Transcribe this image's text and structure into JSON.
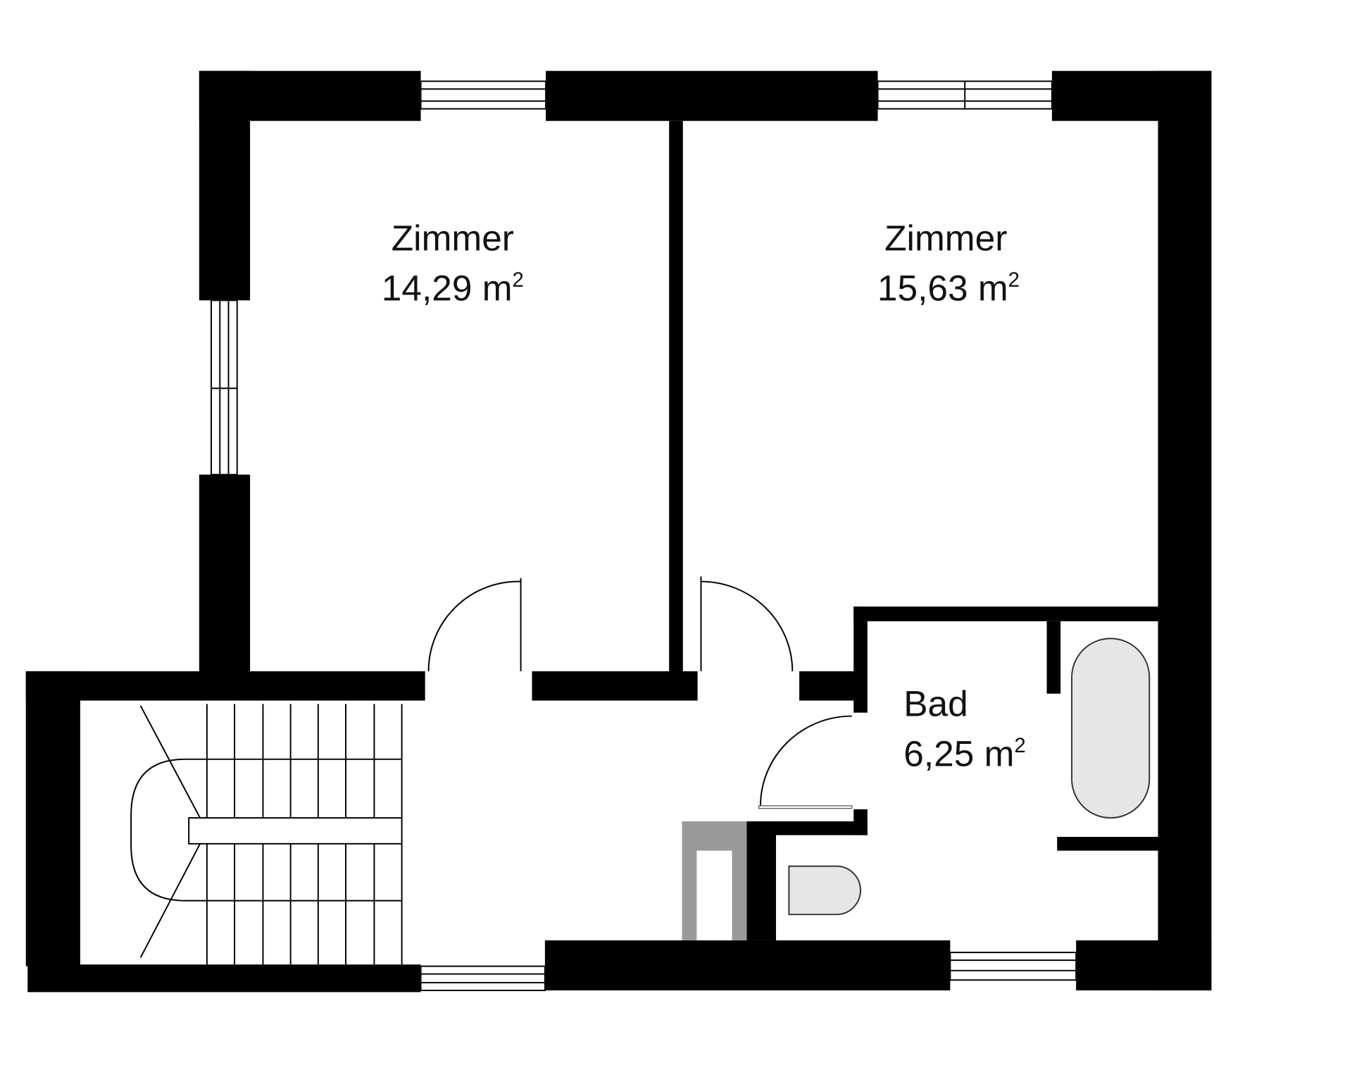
{
  "plan": {
    "rooms": [
      {
        "name": "Zimmer",
        "area": "14,29 m",
        "area_sup": "2"
      },
      {
        "name": "Zimmer",
        "area": "15,63 m",
        "area_sup": "2"
      },
      {
        "name": "Bad",
        "area": "6,25 m",
        "area_sup": "2"
      }
    ]
  },
  "colors": {
    "wall": "#000000",
    "fixture": "#e6e6e6",
    "shaft": "#999999"
  }
}
